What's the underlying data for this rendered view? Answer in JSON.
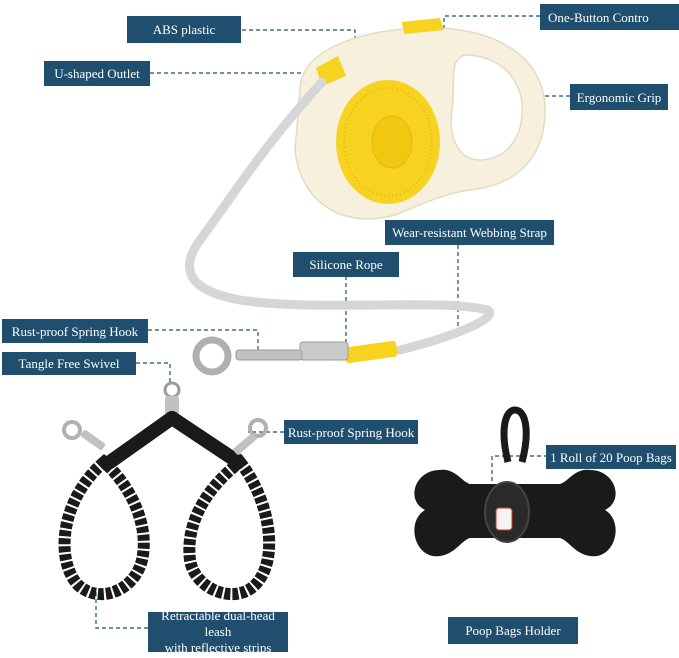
{
  "labels": {
    "abs_plastic": "ABS plastic",
    "one_button": "One-Button Contro",
    "u_outlet": "U-shaped  Outlet",
    "ergonomic": "Ergonomic  Grip",
    "webbing": "Wear-resistant Webbing Strap",
    "silicone": "Silicone Rope",
    "spring_hook_top": "Rust-proof Spring Hook",
    "swivel": "Tangle Free Swivel",
    "spring_hook_mid": "Rust-proof Spring Hook",
    "poop_roll": "1 Roll of 20 Poop Bags",
    "dual_leash_line1": "Retractable dual-head leash",
    "dual_leash_line2": "with reflective strips",
    "poop_holder": "Poop Bags Holder"
  },
  "colors": {
    "label_bg": "#1f4e6e",
    "body_cream": "#f6f0dc",
    "accent_yellow": "#f7d21e",
    "strap_gray": "#d4d6d8",
    "black": "#1a1a1a"
  }
}
